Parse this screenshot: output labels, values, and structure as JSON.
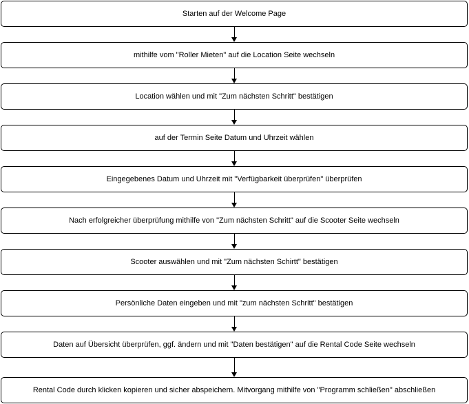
{
  "flowchart": {
    "steps": [
      "Starten auf der Welcome Page",
      "mithilfe vom \"Roller Mieten\" auf die Location Seite wechseln",
      "Location wählen und mit \"Zum nächsten Schritt\" bestätigen",
      "auf der Termin Seite Datum und Uhrzeit wählen",
      "Eingegebenes Datum und Uhrzeit mit \"Verfügbarkeit überprüfen\" überprüfen",
      "Nach erfolgreicher überprüfung mithilfe von \"Zum nächsten Schritt\" auf die Scooter Seite wechseln",
      "Scooter auswählen und mit \"Zum nächsten Schirtt\" bestätigen",
      "Persönliche Daten eingeben und mit \"zum nächsten Schritt\" bestätigen",
      "Daten auf Übersicht überprüfen, ggf. ändern und mit \"Daten bestätigen\" auf die Rental Code Seite wechseln",
      "Rental Code durch klicken kopieren und sicher abspeichern. Mitvorgang mithilfe von \"Programm schließen\" abschließen"
    ]
  }
}
